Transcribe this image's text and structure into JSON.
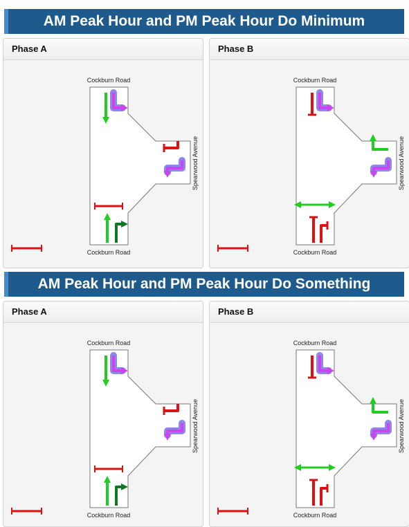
{
  "sections": [
    {
      "title": "AM Peak Hour and PM Peak Hour Do Minimum",
      "phases": [
        {
          "label": "Phase A",
          "top_road": "Cockburn Road",
          "bottom_road": "Cockburn Road",
          "side_road": "Spearwood Avenue",
          "variant": "A"
        },
        {
          "label": "Phase B",
          "top_road": "Cockburn Road",
          "bottom_road": "Cockburn Road",
          "side_road": "Spearwood Avenue",
          "variant": "B"
        }
      ]
    },
    {
      "title": "AM Peak Hour and PM Peak Hour Do Something",
      "phases": [
        {
          "label": "Phase A",
          "top_road": "Cockburn Road",
          "bottom_road": "Cockburn Road",
          "side_road": "Spearwood Avenue",
          "variant": "A"
        },
        {
          "label": "Phase B",
          "top_road": "Cockburn Road",
          "bottom_road": "Cockburn Road",
          "side_road": "Spearwood Avenue",
          "variant": "B"
        }
      ]
    }
  ],
  "colors": {
    "go": "#22cc22",
    "stop": "#dd1111",
    "filter": "#cc44ee",
    "glow": "#3322dd",
    "road_outline": "#777777"
  }
}
